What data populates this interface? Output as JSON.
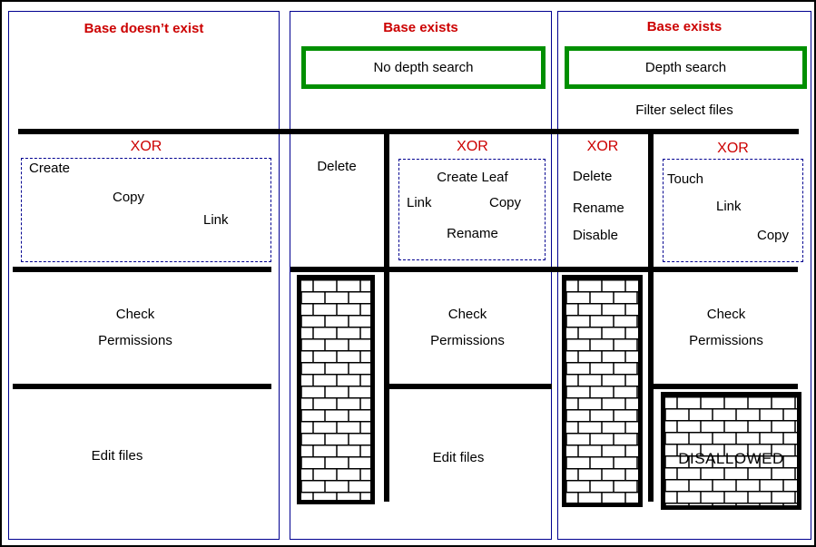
{
  "colors": {
    "title_red": "#cc0000",
    "border_navy": "#000090",
    "mode_green": "#008f00",
    "line_black": "#000000"
  },
  "columns": {
    "left": {
      "title": "Base doesn’t exist",
      "xor": "XOR",
      "create": "Create",
      "copy": "Copy",
      "link": "Link",
      "check": "Check Permissions",
      "edit": "Edit files"
    },
    "middle": {
      "title": "Base exists",
      "mode": "No depth search",
      "delete": "Delete",
      "xor": "XOR",
      "create_leaf": "Create Leaf",
      "link": "Link",
      "copy": "Copy",
      "rename": "Rename",
      "check": "Check Permissions",
      "edit": "Edit files"
    },
    "right": {
      "title": "Base exists",
      "mode": "Depth search",
      "filter": "Filter select files",
      "xor_left": "XOR",
      "delete": "Delete",
      "rename": "Rename",
      "disable": "Disable",
      "xor_right": "XOR",
      "touch": "Touch",
      "link": "Link",
      "copy": "Copy",
      "check": "Check Permissions",
      "disallowed": "DISALLOWED"
    }
  }
}
